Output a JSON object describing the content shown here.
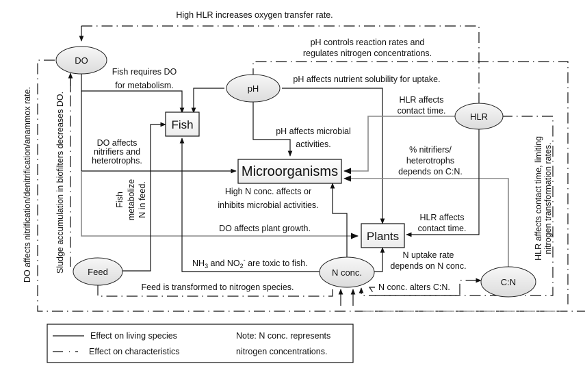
{
  "nodes": {
    "do": "DO",
    "ph": "pH",
    "hlr": "HLR",
    "feed": "Feed",
    "nconc": "N conc.",
    "cn": "C:N",
    "fish": "Fish",
    "micro": "Microorganisms",
    "plants": "Plants"
  },
  "labels": {
    "hlr_oxygen": "High HLR increases oxygen transfer rate.",
    "ph_controls_1": "pH controls reaction rates and",
    "ph_controls_2": "regulates nitrogen concentrations.",
    "fish_do_1": "Fish requires DO",
    "fish_do_2": "for metabolism.",
    "ph_solubility": "pH affects nutrient solubility for uptake.",
    "hlr_contact_a_1": "HLR affects",
    "hlr_contact_a_2": "contact time.",
    "ph_microbial_1": "pH affects microbial",
    "ph_microbial_2": "activities.",
    "do_nitrifiers_1": "DO affects",
    "do_nitrifiers_2": "nitrifiers and",
    "do_nitrifiers_3": "heterotrophs.",
    "pct_1": "% nitrifiers/",
    "pct_2": "heterotrophs",
    "pct_3": "depends on C:N.",
    "fish_metab_1": "Fish",
    "fish_metab_2": "metabolize",
    "fish_metab_3": "N in feed.",
    "highn_1": "High N conc. affects or",
    "highn_2": "inhibits microbial activities.",
    "do_plant": "DO affects plant growth.",
    "hlr_contact_b_1": "HLR affects",
    "hlr_contact_b_2": "contact time.",
    "toxic_pre": "NH",
    "toxic_sub3": "3",
    "toxic_mid": " and NO",
    "toxic_sub2": "2",
    "toxic_sup": "-",
    "toxic_post": " are toxic to fish.",
    "uptake_1": "N uptake rate",
    "uptake_2": "depends on N conc.",
    "feed_transform": "Feed is transformed to nitrogen species.",
    "nconc_cn": "N conc. alters C:N.",
    "do_nitrification": "DO affects nitrification/denitrification/anammox rate.",
    "sludge": "Sludge accumulation in biofilters decreases DO.",
    "hlr_limit_1": "HLR affects contact time, limiting",
    "hlr_limit_2": "nitrogen transformation rates."
  },
  "legend": {
    "solid": "Effect on living species",
    "dashed": "Effect on characteristics",
    "note_1": "Note: N conc. represents",
    "note_2": "nitrogen concentrations."
  }
}
